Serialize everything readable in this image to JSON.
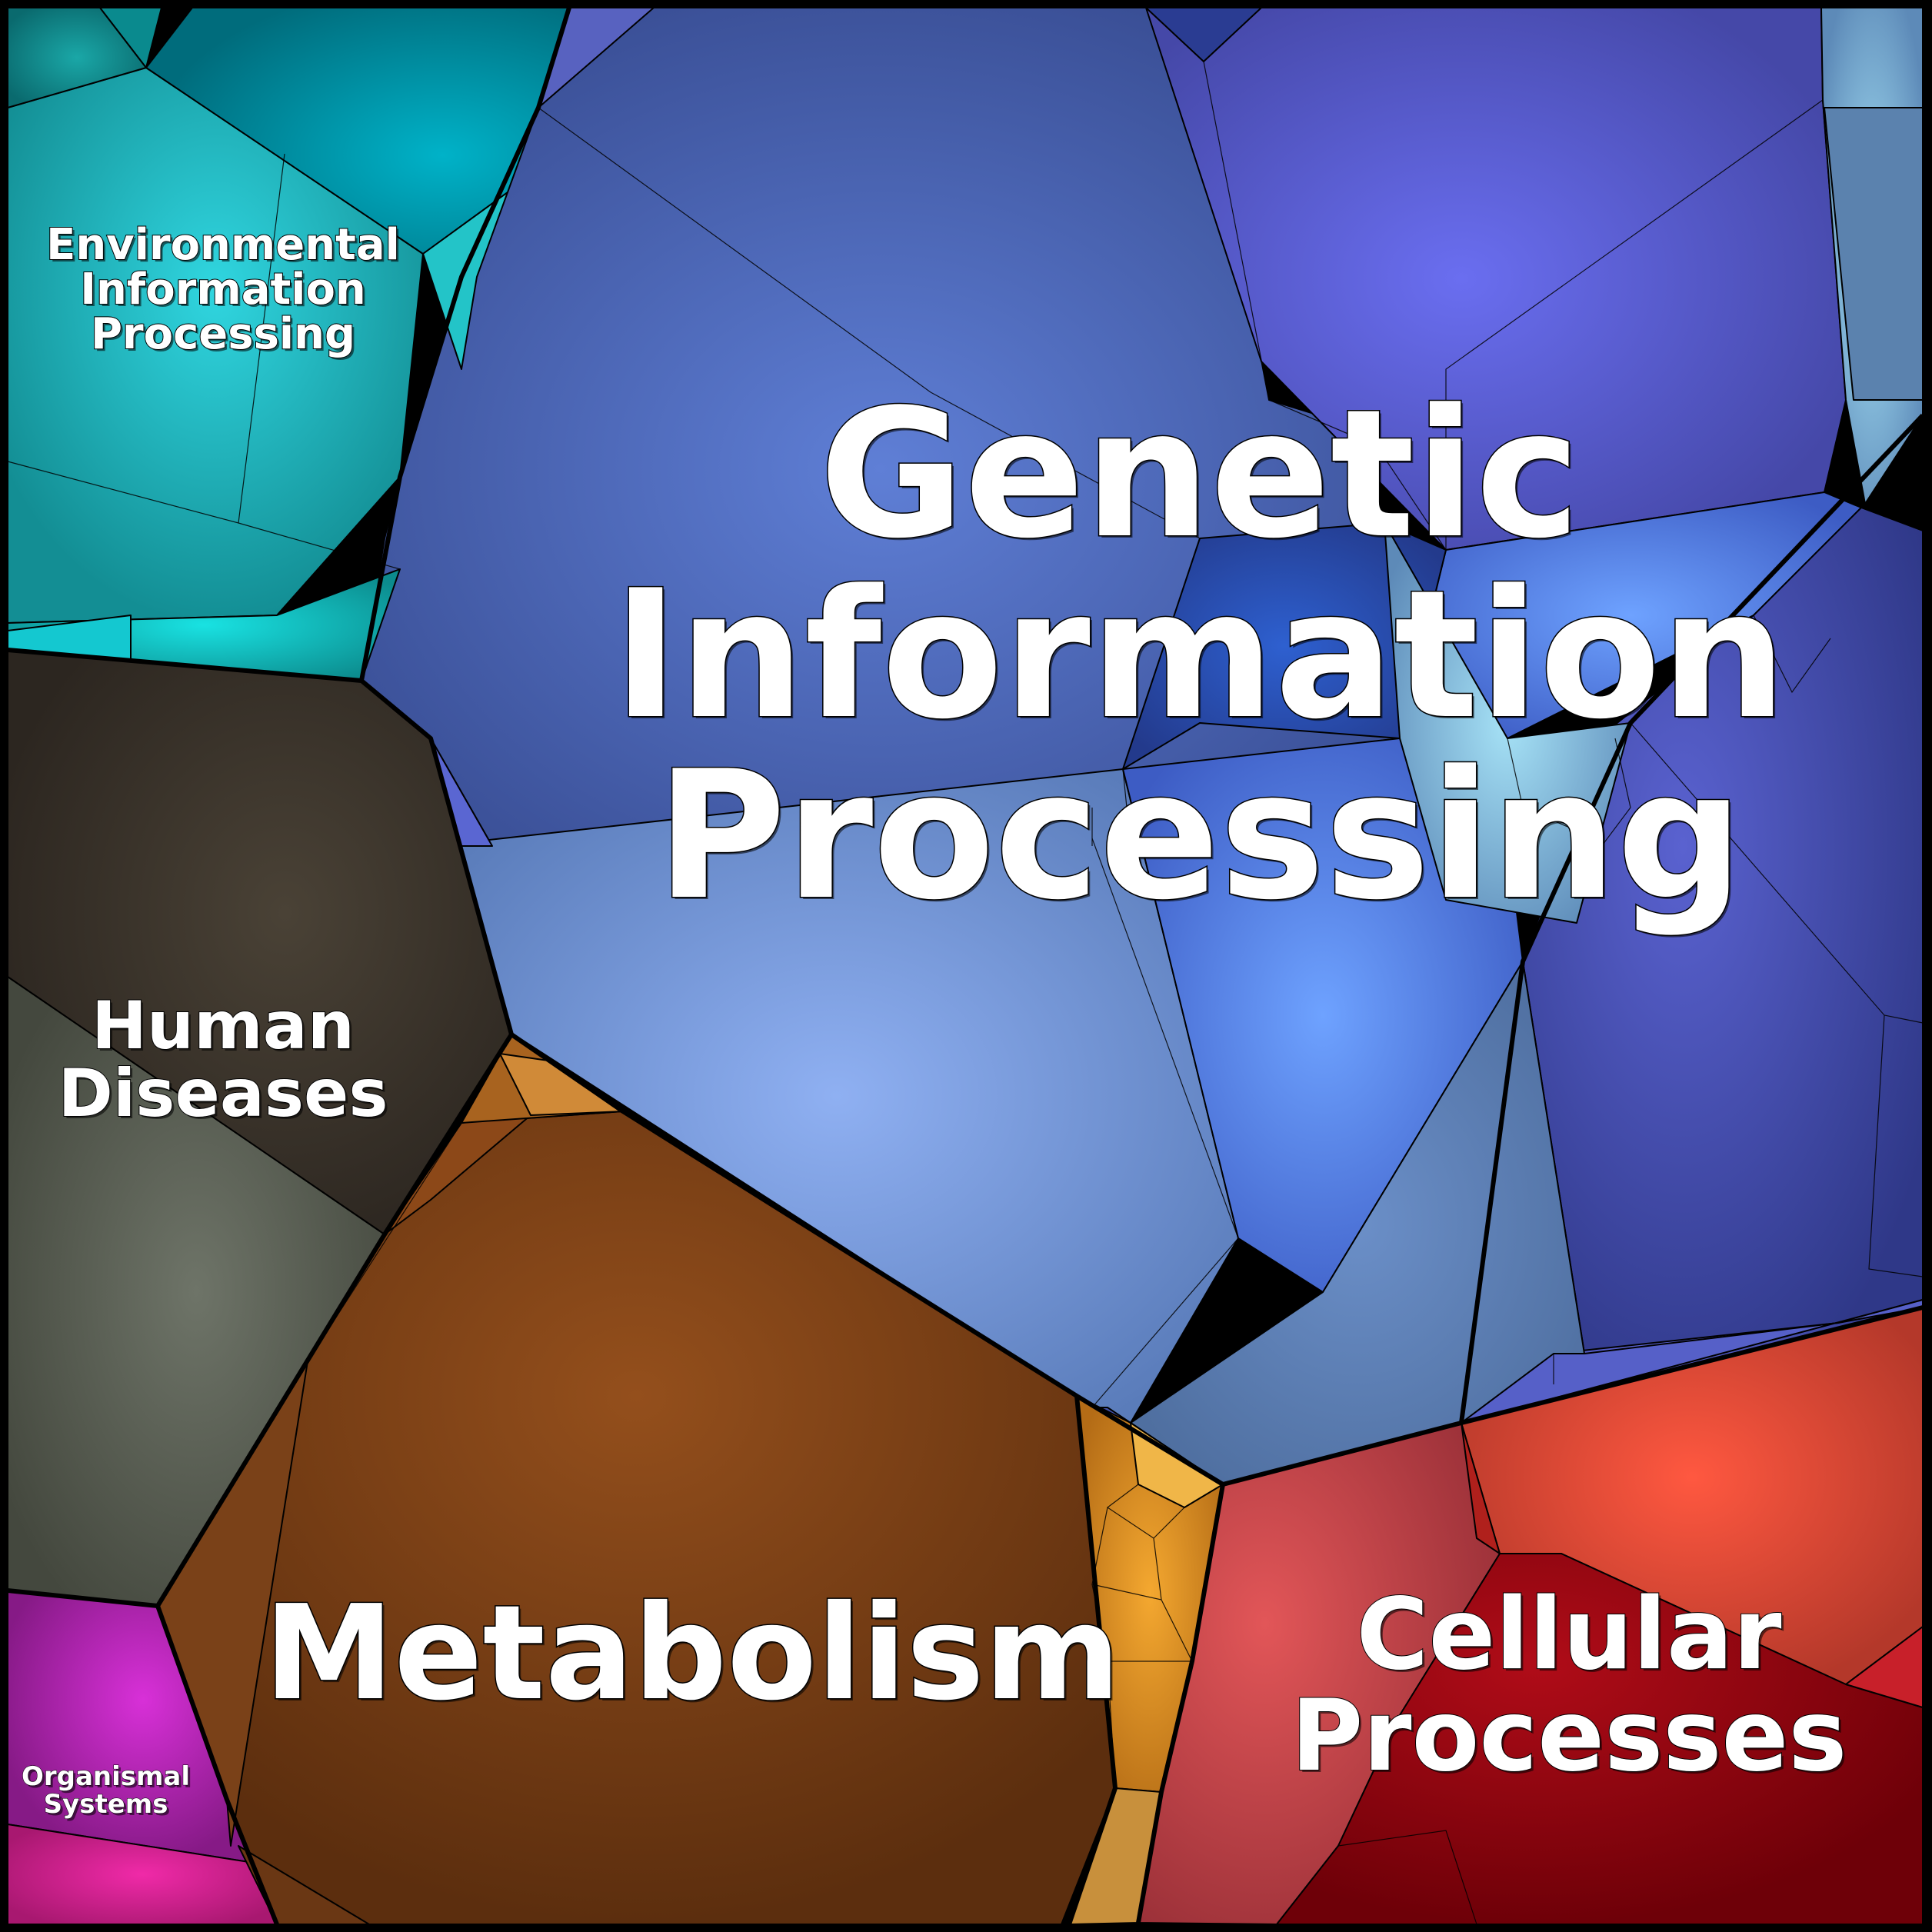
{
  "diagram": {
    "regions": [
      {
        "id": "genetic",
        "lines": [
          "Genetic",
          "Information",
          "Processing"
        ],
        "color": "#4a62b0",
        "glow": "#7fa8ff"
      },
      {
        "id": "env",
        "lines": [
          "Environmental",
          "Information",
          "Processing"
        ],
        "color": "#0f8f96",
        "glow": "#27dde6"
      },
      {
        "id": "human",
        "lines": [
          "Human",
          "Diseases"
        ],
        "color": "#3a332c",
        "glow": "#6a7068"
      },
      {
        "id": "metab",
        "lines": [
          "Metabolism"
        ],
        "color": "#66320f",
        "glow": "#9a541e"
      },
      {
        "id": "cell",
        "lines": [
          "Cellular",
          "Processes"
        ],
        "color": "#a82a24",
        "glow": "#ff5a40"
      },
      {
        "id": "org",
        "lines": [
          "Organismal",
          "Systems"
        ],
        "color": "#9a1f8e",
        "glow": "#e030d8"
      }
    ]
  }
}
